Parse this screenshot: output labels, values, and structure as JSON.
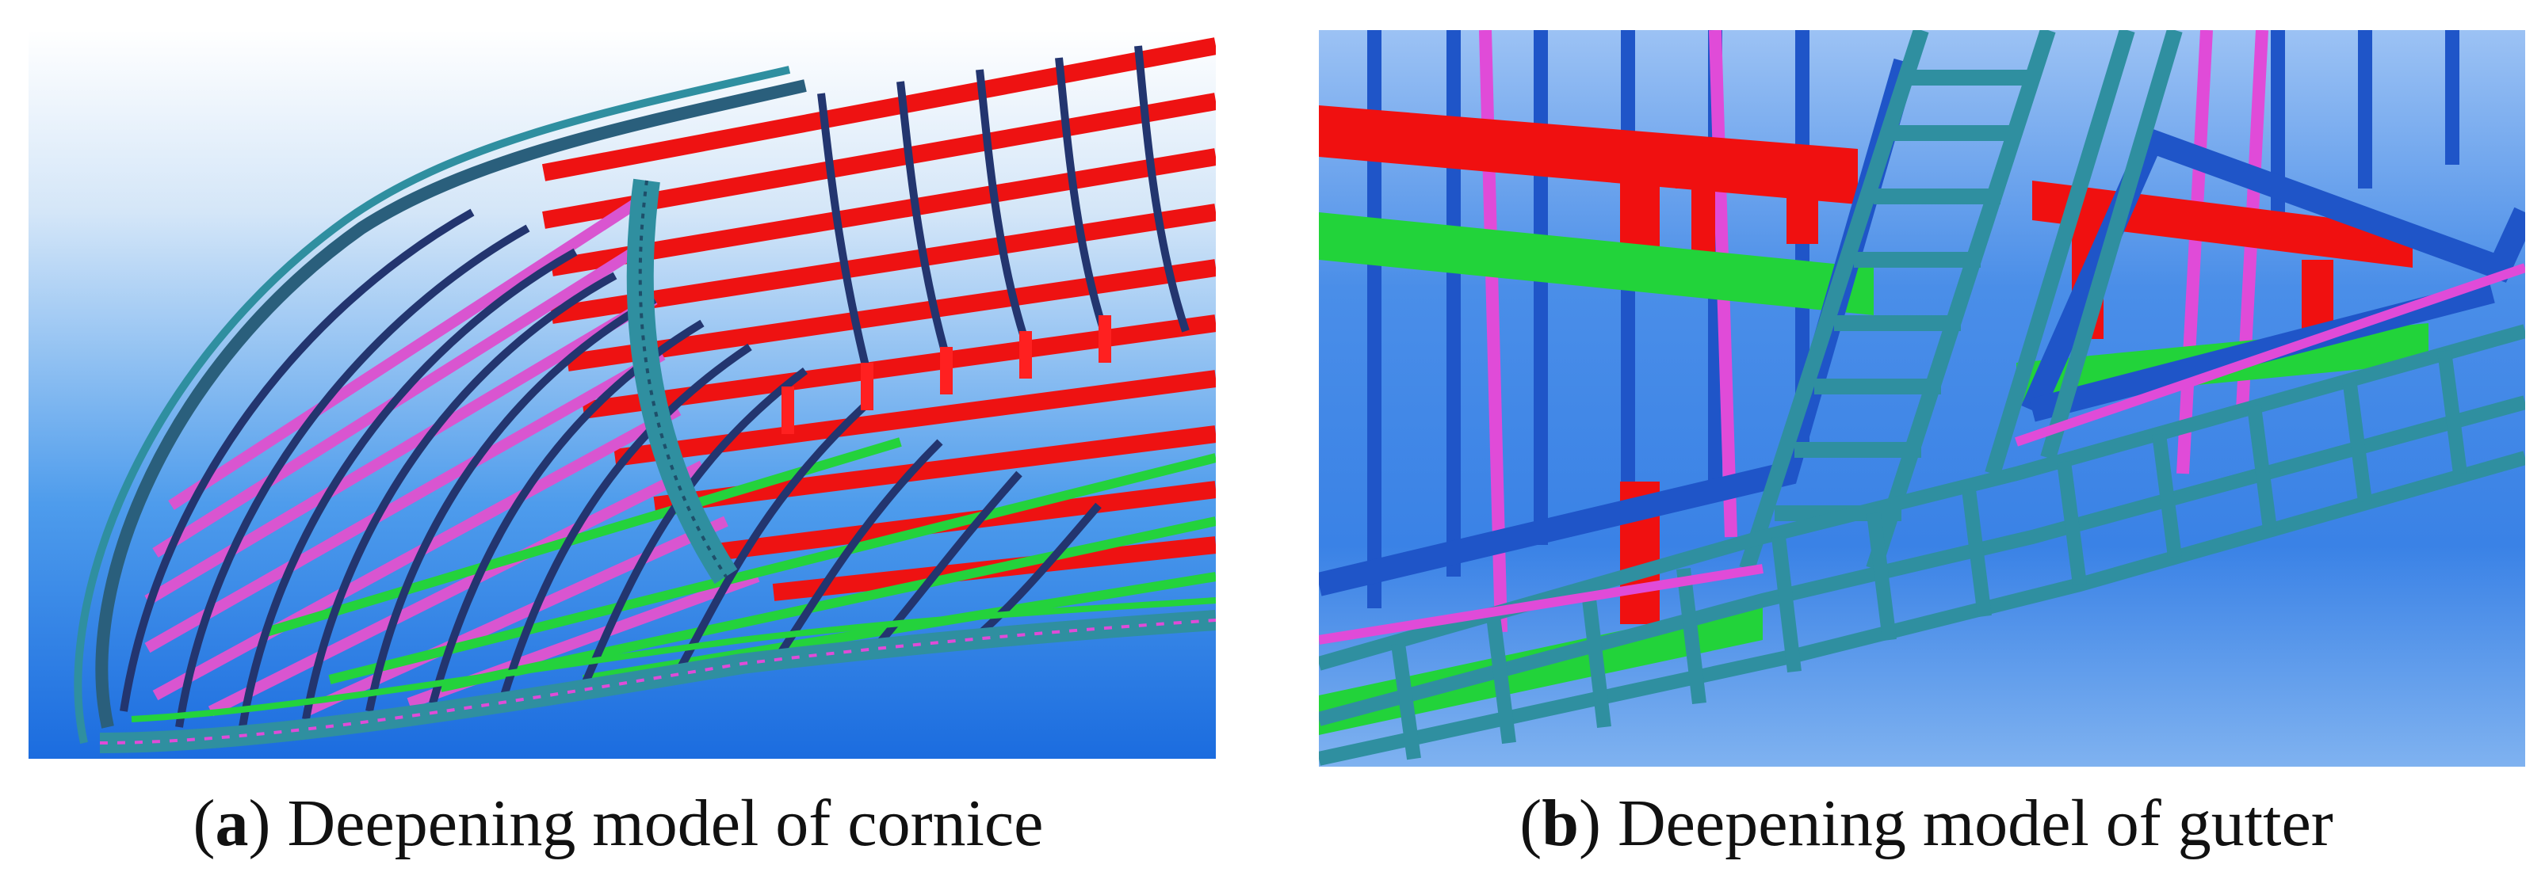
{
  "panels": [
    {
      "letter": "a",
      "caption_text": " Deepening model of cornice",
      "background_gradient": [
        "#ffffff",
        "#d8e8f8",
        "#4aa0ee",
        "#1e6fe0"
      ]
    },
    {
      "letter": "b",
      "caption_text": " Deepening model of gutter",
      "background_gradient": [
        "#8fb8f2",
        "#3a82e6",
        "#3f87ea",
        "#6aa6ef"
      ]
    }
  ],
  "colors": {
    "dark_blue": "#243a78",
    "magenta": "#e04bd8",
    "red": "#f01010",
    "green": "#22d33a",
    "teal": "#2f8fa0",
    "blue": "#1f55c8"
  }
}
